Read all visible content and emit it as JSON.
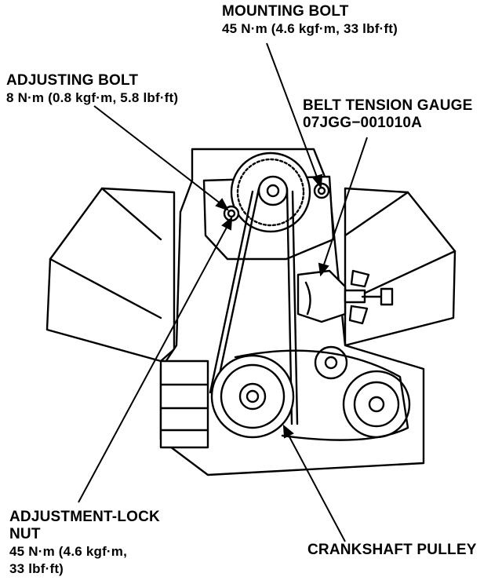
{
  "callouts": {
    "mounting_bolt": {
      "name": "MOUNTING BOLT",
      "spec": "45 N·m (4.6 kgf·m, 33 lbf·ft)"
    },
    "adjusting_bolt": {
      "name": "ADJUSTING BOLT",
      "spec": "8 N·m (0.8 kgf·m, 5.8 lbf·ft)"
    },
    "belt_tension_gauge": {
      "name": "BELT TENSION GAUGE",
      "part_number": "07JGG−001010A"
    },
    "adjustment_lock_nut": {
      "name_line1": "ADJUSTMENT-LOCK",
      "name_line2": "NUT",
      "spec_line1": "45 N·m (4.6 kgf·m,",
      "spec_line2": "33 lbf·ft)"
    },
    "crankshaft_pulley": {
      "name": "CRANKSHAFT PULLEY"
    }
  }
}
